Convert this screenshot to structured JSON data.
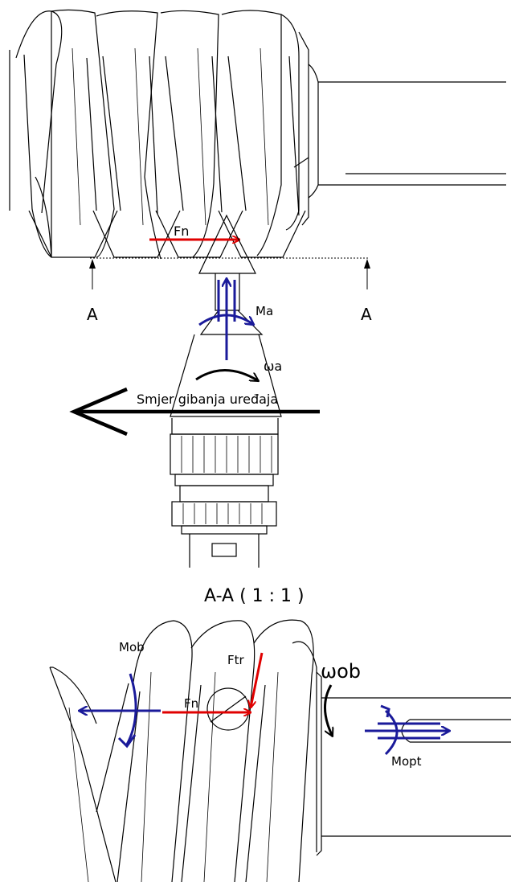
{
  "top_view": {
    "force_fn": "Fn",
    "moment_ma": "Ma",
    "omega_a": "ωa",
    "section_left": "A",
    "section_right": "A",
    "motion_label": "Smjer gibanja uređaja"
  },
  "section": {
    "title": "A-A ( 1 : 1 )",
    "force_fn": "Fn",
    "force_ftr": "Ftr",
    "moment_mob": "Mob",
    "omega_ob": "ωob",
    "moment_mopt": "Mopt"
  },
  "colors": {
    "force_red": "#e00000",
    "moment_blue": "#1a1a9a",
    "line_black": "#000000"
  }
}
